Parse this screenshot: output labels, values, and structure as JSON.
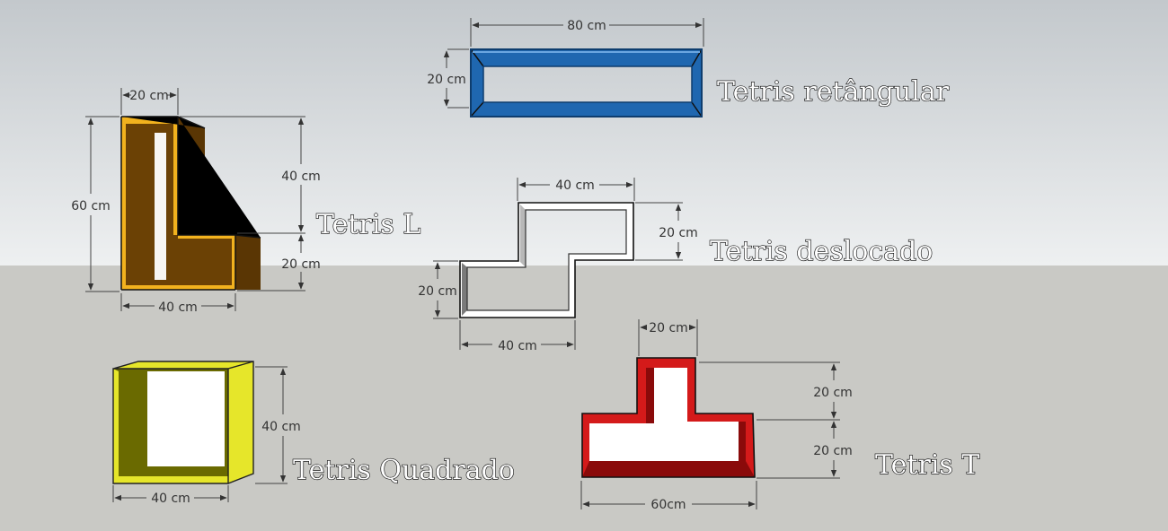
{
  "colors": {
    "sky_top": "#c3c8cc",
    "sky_bottom": "#eef0f1",
    "ground": "#c9c9c5",
    "rect_shelf": "#1f67b0",
    "l_shelf": "#6b4105",
    "l_shelf_edge": "#f2b21e",
    "square_shelf": "#6a6a00",
    "square_shelf_edge": "#e6e62a",
    "offset_shelf": "#ffffff",
    "t_shelf": "#8a0a0a",
    "t_shelf_edge": "#d41a1a"
  },
  "labels": {
    "retangular": "Tetris retângular",
    "l": "Tetris L",
    "deslocado": "Tetris deslocado",
    "quadrado": "Tetris Quadrado",
    "t": "Tetris T"
  },
  "dimensions": {
    "ret_width": "80 cm",
    "ret_height": "20 cm",
    "l_top": "20 cm",
    "l_height": "60 cm",
    "l_right_upper": "40 cm",
    "l_right_lower": "20 cm",
    "l_bottom": "40 cm",
    "des_top": "40 cm",
    "des_right": "20 cm",
    "des_left": "20 cm",
    "des_bottom": "40 cm",
    "quad_right": "40 cm",
    "quad_bottom": "40 cm",
    "t_top": "20 cm",
    "t_right_upper": "20 cm",
    "t_right_lower": "20 cm",
    "t_bottom": "60cm"
  }
}
